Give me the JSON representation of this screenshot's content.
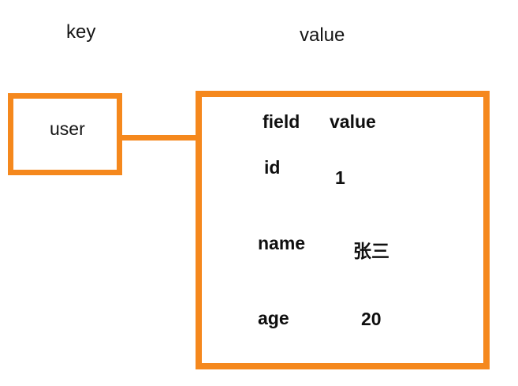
{
  "labels": {
    "key": "key",
    "value": "value"
  },
  "key_box": {
    "label": "user"
  },
  "value_box": {
    "header": {
      "field": "field",
      "value": "value"
    },
    "rows": [
      {
        "field": "id",
        "value": "1"
      },
      {
        "field": "name",
        "value": "张三"
      },
      {
        "field": "age",
        "value": "20"
      }
    ]
  },
  "colors": {
    "box_border_orange": "#f5881d",
    "header_red": "#e5311f",
    "text_black": "#0f0f0f",
    "background": "#ffffff"
  }
}
